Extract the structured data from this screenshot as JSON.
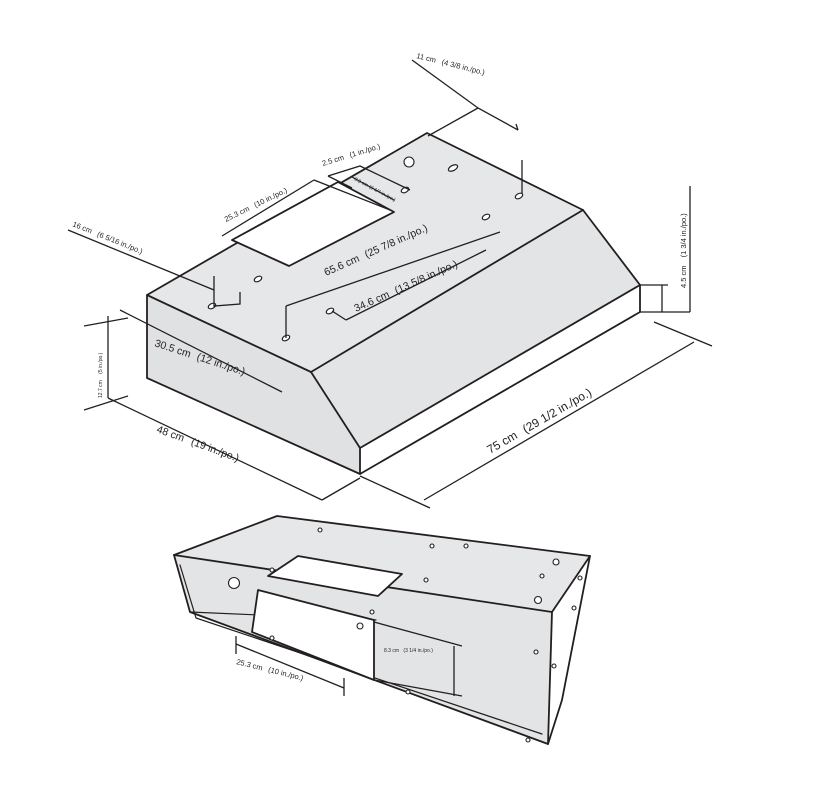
{
  "diagram": {
    "top_view": {
      "dim_depth_top": "11 cm",
      "dim_depth_top_imperial": "(4 3/8 in./po.)",
      "dim_hole_offset": "2.5 cm",
      "dim_hole_offset_imperial": "(1 in./po.)",
      "dim_cutout_width": "25.3 cm",
      "dim_cutout_width_imperial": "(10 in./po.)",
      "dim_tiny": "8.3 cm (3 1/4 in./po.)",
      "dim_left_offset": "16 cm",
      "dim_left_offset_imperial": "(6 5/16 in./po.)",
      "dim_span_long": "65.6 cm",
      "dim_span_long_imperial": "(25 7/8 in./po.)",
      "dim_span_mid": "34.6 cm",
      "dim_span_mid_imperial": "(13 5/8 in./po.)",
      "dim_side_depth": "30.5 cm",
      "dim_side_depth_imperial": "(12 in./po.)",
      "dim_height": "12.7 cm",
      "dim_height_imperial": "(5 in./po.)",
      "dim_front_height": "4.5 cm",
      "dim_front_height_imperial": "(1 3/4 in./po.)",
      "dim_total_depth": "48 cm",
      "dim_total_depth_imperial": "(19 in./po.)",
      "dim_total_width": "75 cm",
      "dim_total_width_imperial": "(29 1/2 in./po.)"
    },
    "bottom_view": {
      "dim_cutout_width": "25.3 cm",
      "dim_cutout_width_imperial": "(10 in./po.)",
      "dim_cutout_height": "8.3 cm",
      "dim_cutout_height_imperial": "(3 1/4 in./po.)"
    }
  }
}
